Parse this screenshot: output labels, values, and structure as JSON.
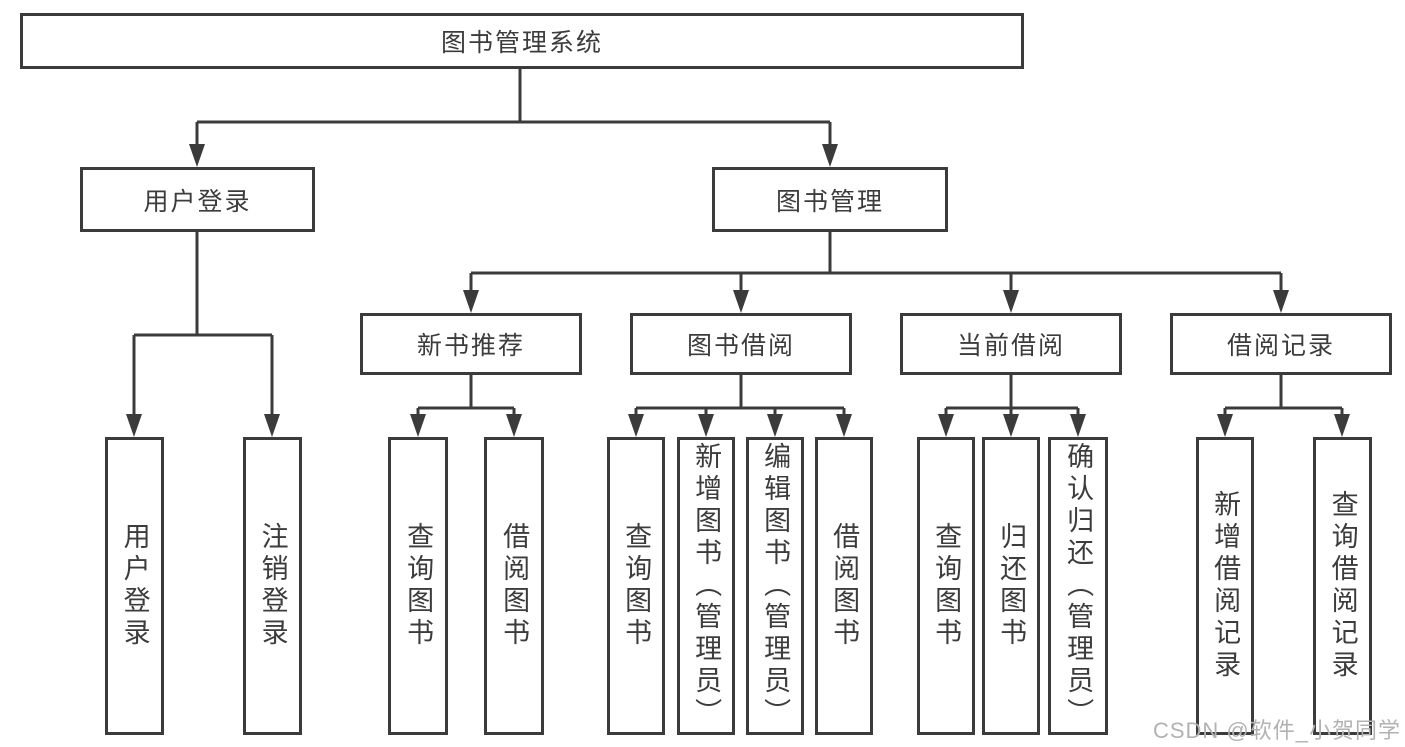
{
  "tree": {
    "root": {
      "label": "图书管理系统"
    },
    "children": [
      {
        "label": "用户登录",
        "children": [
          {
            "label": "用户登录"
          },
          {
            "label": "注销登录"
          }
        ]
      },
      {
        "label": "图书管理",
        "children": [
          {
            "label": "新书推荐",
            "children": [
              {
                "label": "查询图书"
              },
              {
                "label": "借阅图书"
              }
            ]
          },
          {
            "label": "图书借阅",
            "children": [
              {
                "label": "查询图书"
              },
              {
                "label": "新增图书（管理员）"
              },
              {
                "label": "编辑图书（管理员）"
              },
              {
                "label": "借阅图书"
              }
            ]
          },
          {
            "label": "当前借阅",
            "children": [
              {
                "label": "查询图书"
              },
              {
                "label": "归还图书"
              },
              {
                "label": "确认归还（管理员）"
              }
            ]
          },
          {
            "label": "借阅记录",
            "children": [
              {
                "label": "新增借阅记录"
              },
              {
                "label": "查询借阅记录"
              }
            ]
          }
        ]
      }
    ]
  },
  "watermark": {
    "text": "CSDN @软件_小贺同学"
  },
  "colors": {
    "line": "#3b3b3b",
    "text": "#3c3c3c",
    "background": "#ffffff",
    "watermark": "#b2b2b2"
  }
}
